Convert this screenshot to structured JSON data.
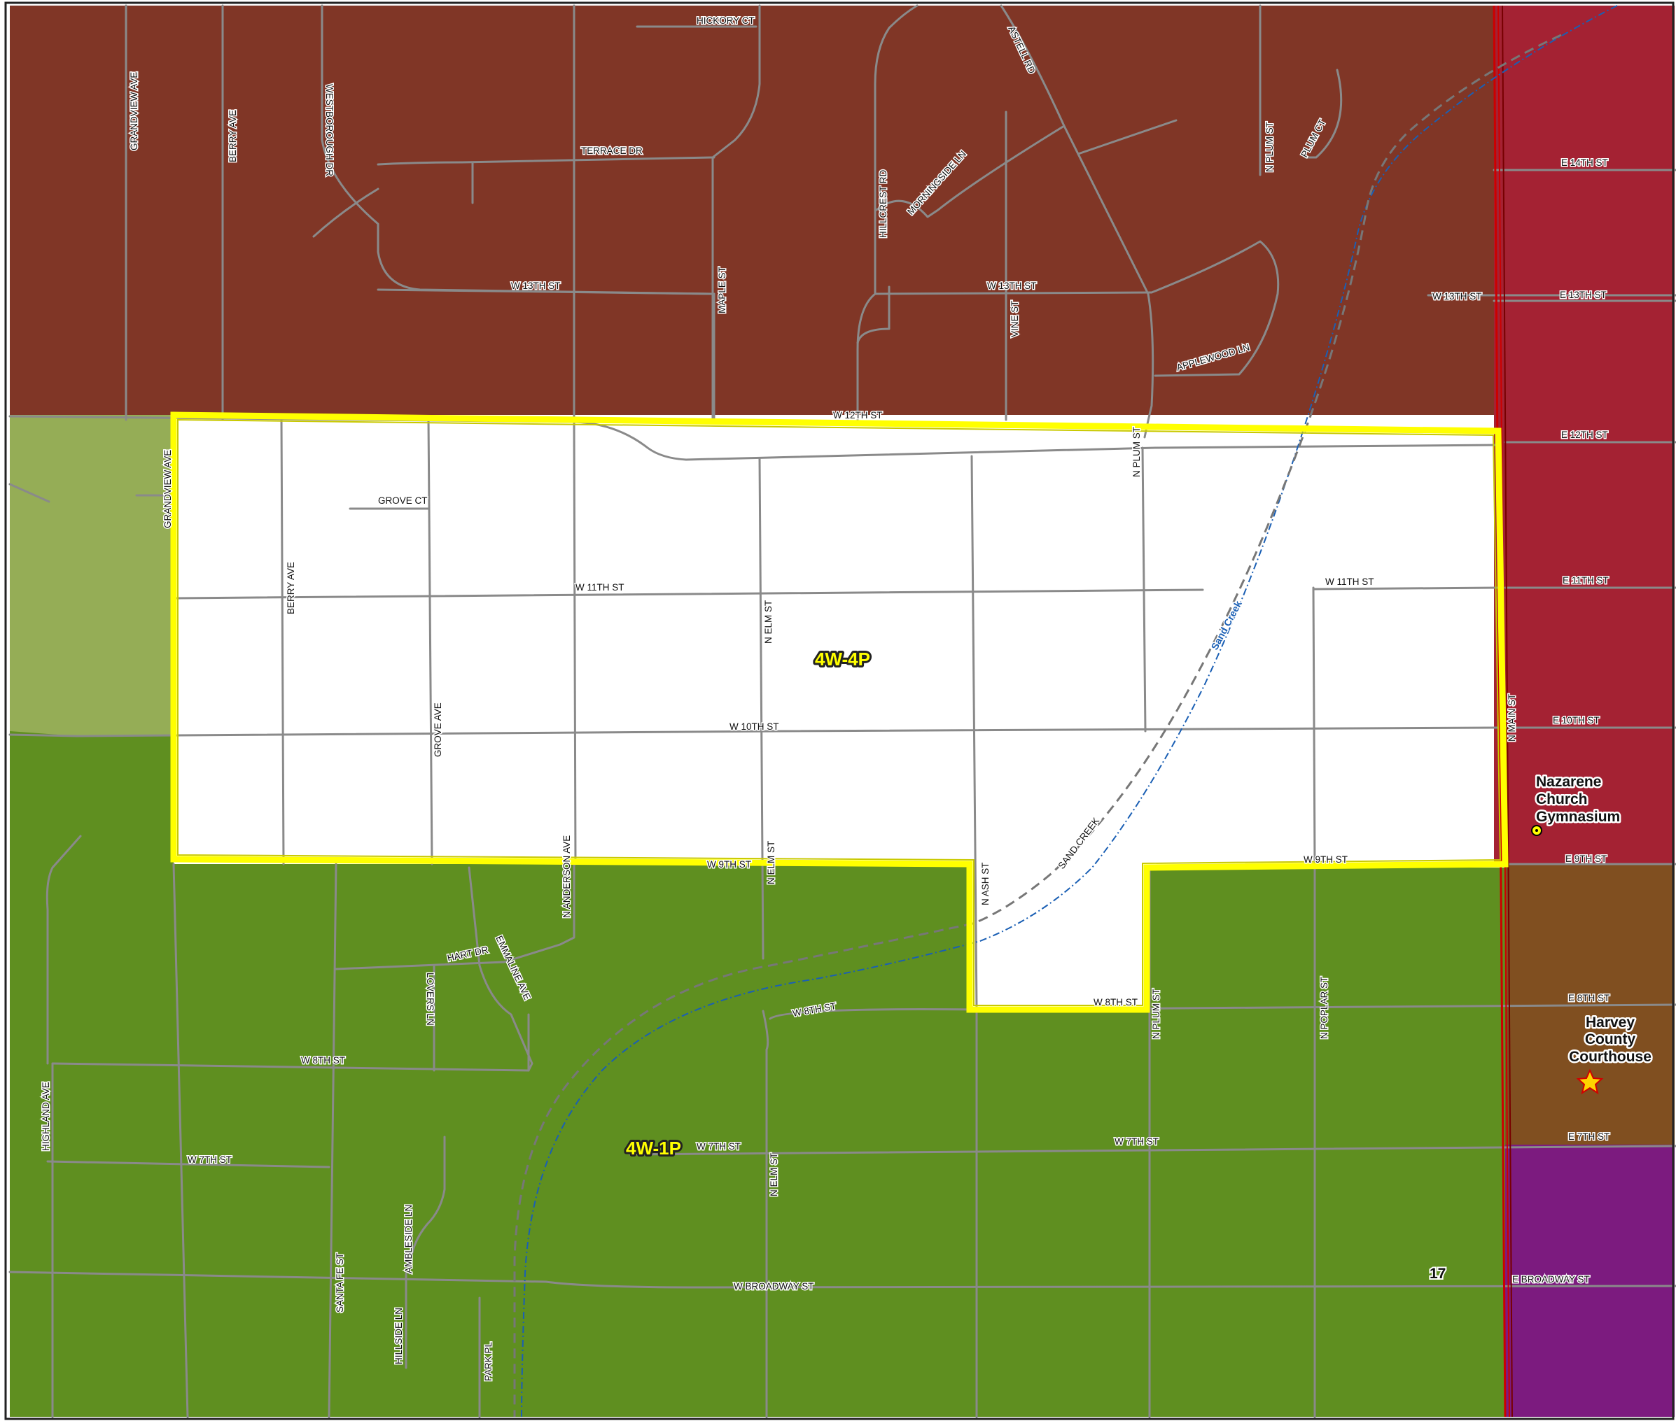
{
  "map": {
    "colors": {
      "zone_north": "#803626",
      "zone_northwest_light": "#95ad56",
      "zone_south": "#5f8f20",
      "zone_east_red": "#a42233",
      "zone_east_brown": "#804f20",
      "zone_east_purple": "#7c1b7f",
      "precinct_outline": "#ffff00",
      "road": "#8a8a8a",
      "creek": "#1a5fb4",
      "rail": "#cc0000"
    },
    "precincts": {
      "highlight_label": "4W-4P",
      "south_label": "4W-1P"
    },
    "section_number": "17",
    "pois": {
      "church_line1": "Nazarene",
      "church_line2": "Church",
      "church_line3": "Gymnasium",
      "courthouse_line1": "Harvey",
      "courthouse_line2": "County",
      "courthouse_line3": "Courthouse",
      "church_icon": "circle-dot-icon",
      "courthouse_icon": "star-icon"
    },
    "creek_labels": {
      "sand_creek_blue": "Sand Creek",
      "sand_creek_gray": "SAND CREEK"
    },
    "streets": {
      "hickory_ct": "HICKORY CT",
      "astell_rd": "ASTELL RD",
      "grandview_ave_n": "GRANDVIEW AVE",
      "berry_ave_n": "BERRY AVE",
      "westborough_dr": "WESTBOROUGH DR",
      "terrace_dr": "TERRACE DR",
      "n_plum_st_n": "N PLUM ST",
      "plum_ct": "PLUM CT",
      "e_14th_st": "E 14TH ST",
      "hillcrest_rd": "HILLCREST RD",
      "morningside_ln": "MORNINGSIDE LN",
      "w_13th_st_a": "W 13TH ST",
      "w_13th_st_b": "W 13TH ST",
      "w_13th_st_c": "W 13TH ST",
      "e_13th_st": "E 13TH ST",
      "maple_st": "MAPLE ST",
      "vine_st": "VINE ST",
      "applewood_ln": "APPLEWOOD LN",
      "w_12th_st": "W 12TH ST",
      "e_12th_st": "E 12TH ST",
      "grandview_ave": "GRANDVIEW AVE",
      "n_plum_st_12": "N PLUM ST",
      "grove_ct": "GROVE CT",
      "berry_ave": "BERRY AVE",
      "w_11th_st_a": "W 11TH ST",
      "w_11th_st_b": "W 11TH ST",
      "e_11th_st": "E 11TH ST",
      "n_elm_st_a": "N ELM ST",
      "grove_ave": "GROVE AVE",
      "w_10th_st": "W 10TH ST",
      "n_main_st": "N MAIN ST",
      "e_10th_st": "E 10TH ST",
      "n_anderson_ave": "N ANDERSON AVE",
      "w_9th_st_a": "W 9TH ST",
      "n_elm_st_b": "N ELM ST",
      "n_ash_st": "N ASH ST",
      "w_9th_st_b": "W 9TH ST",
      "e_9th_st": "E 9TH ST",
      "hart_dr": "HART DR",
      "emmaline_ave": "EMMALINE AVE",
      "lovers_ln": "LOVERS LN",
      "w_8th_st_a": "W 8TH ST",
      "w_8th_st_b": "W 8TH ST",
      "n_plum_st_s": "N PLUM ST",
      "e_8th_st": "E 8TH ST",
      "n_poplar_st": "N POPLAR ST",
      "w_8th_st_c": "W 8TH ST",
      "highland_ave": "HIGHLAND AVE",
      "w_7th_st_a": "W 7TH ST",
      "w_7th_st_b": "W 7TH ST",
      "w_7th_st_c": "W 7TH ST",
      "e_7th_st": "E 7TH ST",
      "n_elm_st_c": "N ELM ST",
      "ambleside_ln": "AMBLESIDE LN",
      "santa_fe_st": "SANTA FE ST",
      "hillside_ln": "HILLSIDE LN",
      "park_pl": "PARK PL",
      "w_broadway_st": "W BROADWAY ST",
      "e_broadway_st": "E BROADWAY ST"
    }
  }
}
